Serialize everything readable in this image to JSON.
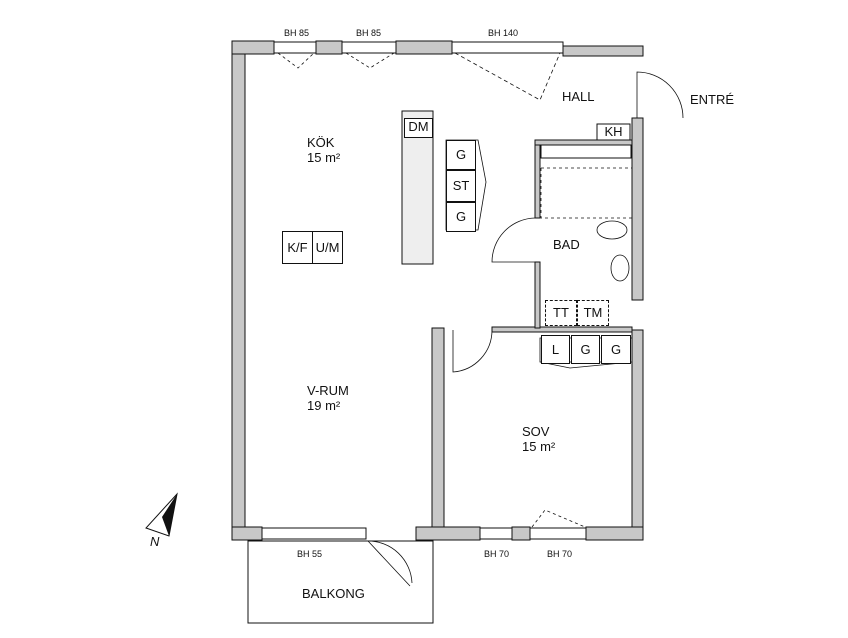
{
  "rooms": {
    "kok": {
      "name": "KÖK",
      "area": "15 m²"
    },
    "vrum": {
      "name": "V-RUM",
      "area": "19 m²"
    },
    "sov": {
      "name": "SOV",
      "area": "15 m²"
    },
    "hall": {
      "name": "HALL"
    },
    "bad": {
      "name": "BAD"
    },
    "balkong": {
      "name": "BALKONG"
    },
    "entre": {
      "name": "ENTRÉ"
    }
  },
  "windows": {
    "top1": "BH 85",
    "top2": "BH 85",
    "top3": "BH 140",
    "bottom1": "BH 55",
    "bottom2": "BH 70",
    "bottom3": "BH 70"
  },
  "fixtures": {
    "dm": "DM",
    "g1": "G",
    "st": "ST",
    "g2": "G",
    "kf": "K/F",
    "um": "U/M",
    "kh": "KH",
    "tt": "TT",
    "tm": "TM",
    "l": "L",
    "g3": "G",
    "g4": "G"
  },
  "compass": {
    "label": "N"
  },
  "colors": {
    "wall_fill": "#c8c8c8",
    "line": "#111111"
  }
}
